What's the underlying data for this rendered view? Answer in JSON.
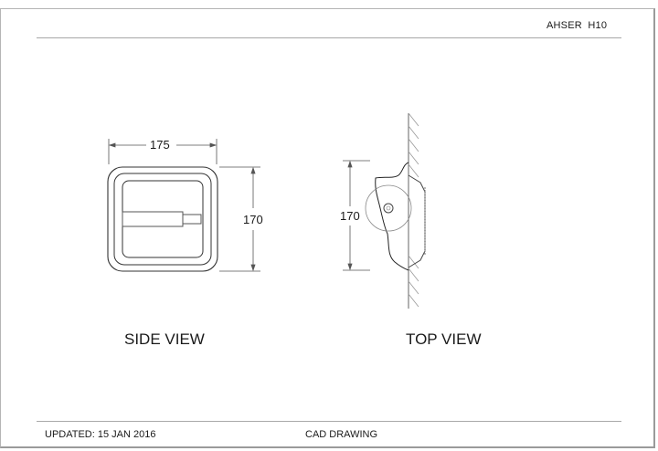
{
  "header": {
    "title": "AHSER  H10"
  },
  "views": {
    "side": {
      "label": "SIDE VIEW",
      "width_dim": "175",
      "height_dim": "170"
    },
    "top": {
      "label": "TOP VIEW",
      "height_dim": "170"
    }
  },
  "footer": {
    "updated": "UPDATED: 15 JAN 2016",
    "type": "CAD DRAWING"
  }
}
